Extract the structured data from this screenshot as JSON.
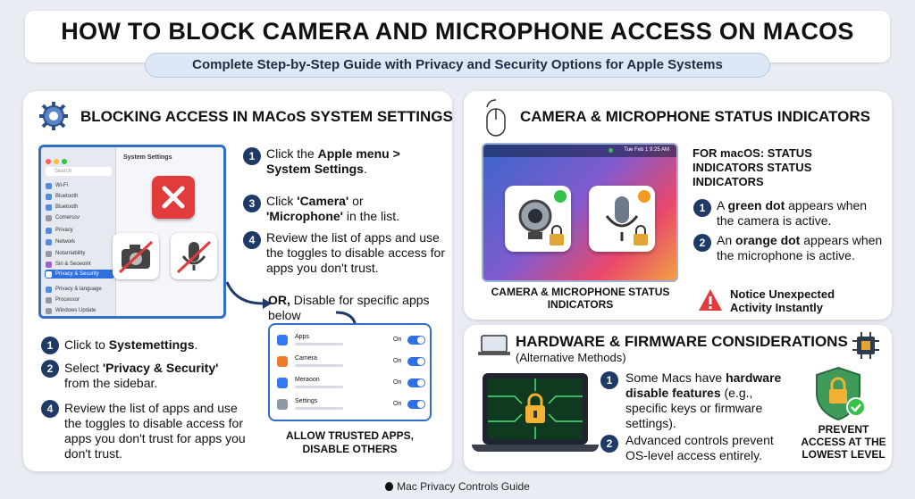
{
  "header": {
    "title": "HOW TO BLOCK CAMERA AND MICROPHONE ACCESS ON MACOS",
    "subtitle": "Complete Step-by-Step Guide with Privacy and Security Options for Apple Systems"
  },
  "left_panel": {
    "heading": "BLOCKING ACCESS IN MACoS SYSTEM SETTINGS",
    "mock_window": {
      "title": "System Settings",
      "search_placeholder": "Search",
      "sidebar": [
        "Wi-Fi",
        "Bluetooth",
        "Bluetooth",
        "Comerssv",
        "Privacy",
        "Network",
        "Notarriability",
        "Siri & Seoeoint",
        "Privacy & Security",
        "Privacy & language",
        "Processor",
        "Windows Update"
      ]
    },
    "steps_right": [
      {
        "num": "1",
        "pre": "Click the ",
        "bold": "Apple menu > System Settings",
        "post": "."
      },
      {
        "num": "3",
        "pre": "Click ",
        "bold": "'Camera'",
        "mid": " or ",
        "bold2": "'Microphone'",
        "post": " in the list."
      },
      {
        "num": "4",
        "text": "Review the list of apps and use the toggles to disable access for apps you don't trust."
      }
    ],
    "or_bold": "OR,",
    "or_text": " Disable for specific apps below",
    "toggle_list": [
      {
        "label": "Apps",
        "state": "On",
        "color": "#3478f6"
      },
      {
        "label": "Camera",
        "state": "On",
        "color": "#f07a2a"
      },
      {
        "label": "Meraoon",
        "state": "On",
        "color": "#3478f6"
      },
      {
        "label": "Settings",
        "state": "On",
        "color": "#8e99a8"
      }
    ],
    "toggle_caption": "ALLOW TRUSTED APPS, DISABLE OTHERS",
    "steps_bottom": [
      {
        "num": "1",
        "pre": "Click to ",
        "bold": "Systemettings",
        "post": "."
      },
      {
        "num": "2",
        "pre": "Select ",
        "bold": "'Privacy & Security'",
        "post": " from the sidebar."
      },
      {
        "num": "4",
        "text": "Review the list of apps and use the toggles to disable access for apps you don't trust for apps you don't trust."
      }
    ]
  },
  "status_panel": {
    "heading": "CAMERA & MICROPHONE STATUS INDICATORS",
    "menubar_time": "Tue Feb 1  9:25 AM",
    "image_caption": "CAMERA & MICROPHONE STATUS INDICATORS",
    "side_heading": "FOR macOS: STATUS INDICATORS STATUS INDICATORS",
    "items": [
      {
        "num": "1",
        "pre": "A ",
        "bold": "green dot",
        "post": " appears when the camera is active."
      },
      {
        "num": "2",
        "pre": "An ",
        "bold": "orange dot",
        "post": " appears when the microphone is active."
      }
    ],
    "notice": "Notice Unexpected Activity Instantly"
  },
  "hardware_panel": {
    "heading": "HARDWARE & FIRMWARE CONSIDERATIONS",
    "subheading": "(Alternative Methods)",
    "items": [
      {
        "num": "1",
        "pre": "Some Macs have ",
        "bold": "hardware disable features",
        "post": " (e.g., specific keys or firmware settings)."
      },
      {
        "num": "2",
        "text": "Advanced controls prevent OS-level access entirely."
      }
    ],
    "badge_caption": "PREVENT ACCESS AT THE LOWEST LEVEL"
  },
  "footer": {
    "text": "Mac Privacy Controls Guide"
  },
  "colors": {
    "green_dot": "#35c24a",
    "orange_dot": "#f39a22",
    "accent": "#2f6fc9",
    "step_badge": "#1f3a67"
  }
}
